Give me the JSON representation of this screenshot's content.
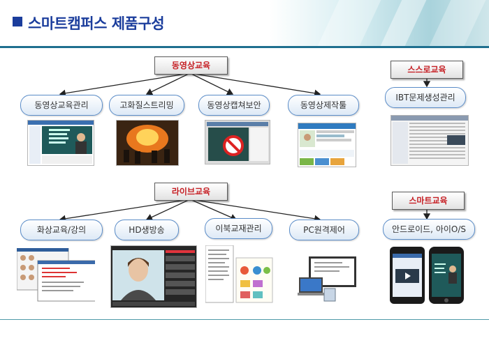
{
  "header": {
    "title": "스마트캠퍼스 제품구성"
  },
  "groups": [
    {
      "category": "동영상교육",
      "products": [
        "동영상교육관리",
        "고화질스트리밍",
        "동영상캡쳐보안",
        "동영상제작툴"
      ]
    },
    {
      "category": "스스로교육",
      "products": [
        "IBT문제생성관리"
      ]
    },
    {
      "category": "라이브교육",
      "products": [
        "화상교육/강의",
        "HD생방송",
        "이북교재관리",
        "PC원격제어"
      ]
    },
    {
      "category": "스마트교육",
      "products": [
        "안드로이드, 아이O/S"
      ]
    }
  ],
  "colors": {
    "title": "#1b3d9c",
    "category_text": "#c62025",
    "pill_border": "#5b8dc9",
    "rule": "#1e6f8f"
  }
}
